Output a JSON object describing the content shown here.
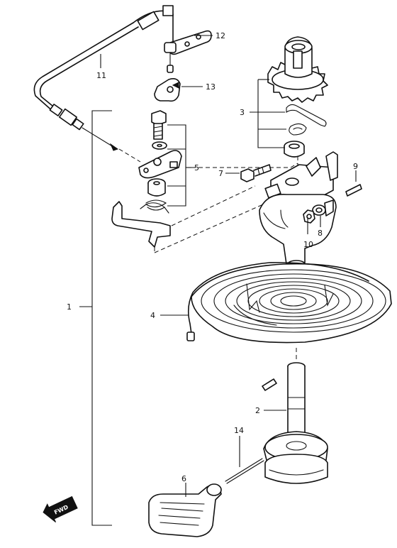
{
  "callouts": {
    "c1": "1",
    "c2": "2",
    "c3": "3",
    "c4": "4",
    "c5": "5",
    "c6": "6",
    "c7": "7",
    "c8": "8",
    "c9": "9",
    "c10": "10",
    "c11": "11",
    "c12": "12",
    "c13": "13",
    "c14": "14"
  },
  "direction_badge": "FWD"
}
